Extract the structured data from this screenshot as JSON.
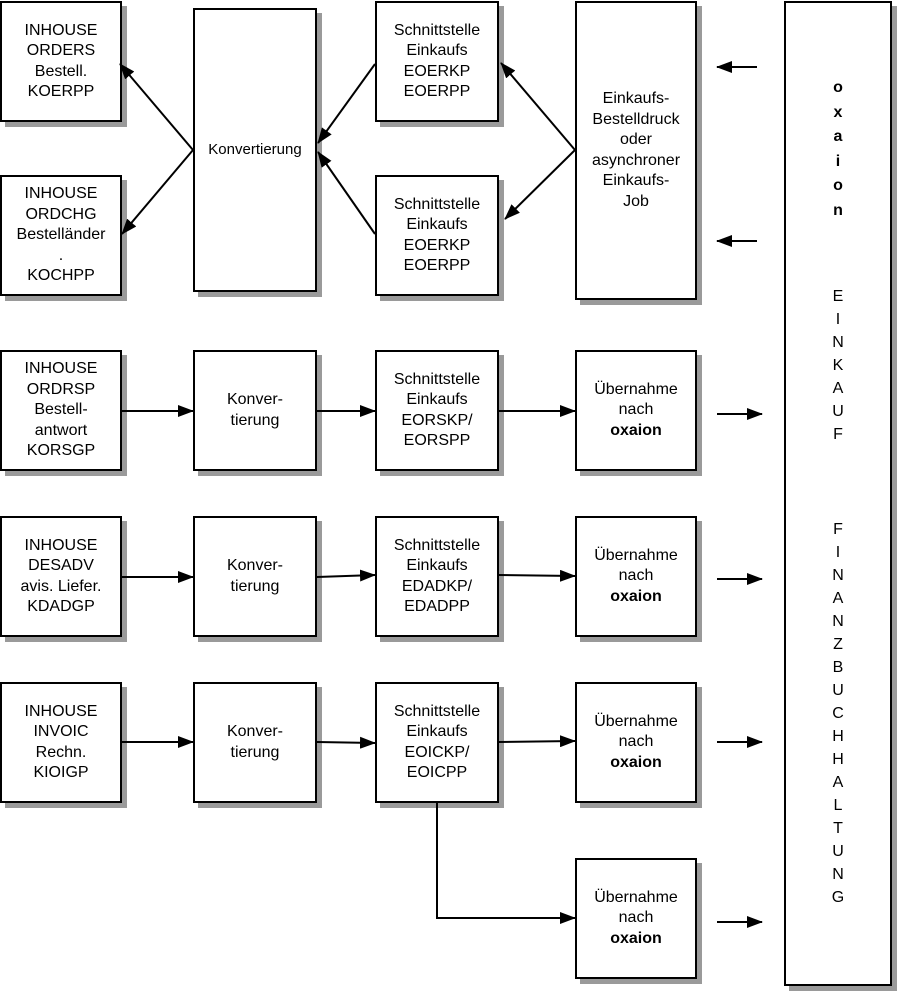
{
  "boxes": {
    "inhouse_orders": [
      "INHOUSE",
      "ORDERS",
      "Bestell.",
      "KOERPP"
    ],
    "inhouse_ordchg": [
      "INHOUSE",
      "ORDCHG",
      "Bestelländer",
      ".",
      "KOCHPP"
    ],
    "konvertierung_main": [
      "Konvertierung"
    ],
    "schnittstelle_1": [
      "Schnittstelle",
      "Einkaufs",
      "EOERKP",
      "EOERPP"
    ],
    "schnittstelle_2": [
      "Schnittstelle",
      "Einkaufs",
      "EOERKP",
      "EOERPP"
    ],
    "einkaufs_job": [
      "Einkaufs-",
      "Bestelldruck",
      "oder",
      "asynchroner",
      "Einkaufs-",
      "Job"
    ],
    "inhouse_ordrsp": [
      "INHOUSE",
      "ORDRSP",
      "Bestell-",
      "antwort",
      "KORSGP"
    ],
    "konv_ordrsp": [
      "Konver-",
      "tierung"
    ],
    "schnittstelle_ordrsp": [
      "Schnittstelle",
      "Einkaufs",
      "EORSKP/",
      "EORSPP"
    ],
    "uebernahme_ordrsp": [
      "Übernahme",
      "nach",
      "oxaion"
    ],
    "inhouse_desadv": [
      "INHOUSE",
      "DESADV",
      "avis. Liefer.",
      "KDADGP"
    ],
    "konv_desadv": [
      "Konver-",
      "tierung"
    ],
    "schnittstelle_desadv": [
      "Schnittstelle",
      "Einkaufs",
      "EDADKP/",
      "EDADPP"
    ],
    "uebernahme_desadv": [
      "Übernahme",
      "nach",
      "oxaion"
    ],
    "inhouse_invoic": [
      "INHOUSE",
      "INVOIC",
      "Rechn.",
      "KIOIGP"
    ],
    "konv_invoic": [
      "Konver-",
      "tierung"
    ],
    "schnittstelle_invoic": [
      "Schnittstelle",
      "Einkaufs",
      "EOICKP/",
      "EOICPP"
    ],
    "uebernahme_invoic": [
      "Übernahme",
      "nach",
      "oxaion"
    ],
    "uebernahme_invoic_2": [
      "Übernahme",
      "nach",
      "oxaion"
    ]
  },
  "sidebar": {
    "brand": [
      "o",
      "x",
      "a",
      "i",
      "o",
      "n"
    ],
    "einkauf": [
      "E",
      "I",
      "N",
      "K",
      "A",
      "U",
      "F"
    ],
    "finanzbuchhaltung": [
      "F",
      "I",
      "N",
      "A",
      "N",
      "Z",
      "B",
      "U",
      "C",
      "H",
      "H",
      "A",
      "L",
      "T",
      "U",
      "N",
      "G"
    ]
  }
}
